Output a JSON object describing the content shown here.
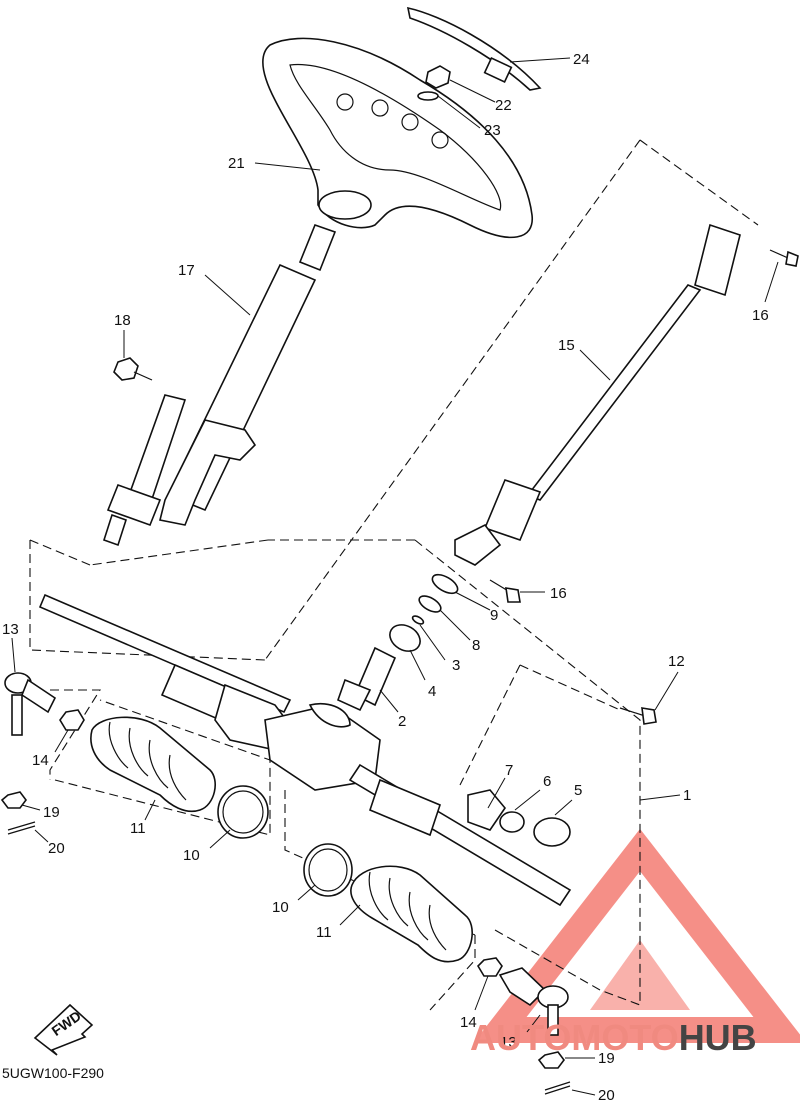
{
  "diagram_code": "5UGW100-F290",
  "direction_label": "FWD",
  "watermark": {
    "prefix": "AUTO",
    "middle": "MOTO",
    "suffix": "HUB",
    "colors": {
      "accent": "#f08a80",
      "dark": "#444444",
      "triangle": "#f26a5f"
    }
  },
  "callouts": [
    {
      "id": "c24",
      "text": "24"
    },
    {
      "id": "c22",
      "text": "22"
    },
    {
      "id": "c23",
      "text": "23"
    },
    {
      "id": "c21",
      "text": "21"
    },
    {
      "id": "c17",
      "text": "17"
    },
    {
      "id": "c18",
      "text": "18"
    },
    {
      "id": "c16a",
      "text": "16"
    },
    {
      "id": "c15",
      "text": "15"
    },
    {
      "id": "c16b",
      "text": "16"
    },
    {
      "id": "c9",
      "text": "9"
    },
    {
      "id": "c8",
      "text": "8"
    },
    {
      "id": "c3",
      "text": "3"
    },
    {
      "id": "c4",
      "text": "4"
    },
    {
      "id": "c2",
      "text": "2"
    },
    {
      "id": "c12",
      "text": "12"
    },
    {
      "id": "c13a",
      "text": "13"
    },
    {
      "id": "c14a",
      "text": "14"
    },
    {
      "id": "c19a",
      "text": "19"
    },
    {
      "id": "c20a",
      "text": "20"
    },
    {
      "id": "c11a",
      "text": "11"
    },
    {
      "id": "c10a",
      "text": "10"
    },
    {
      "id": "c7",
      "text": "7"
    },
    {
      "id": "c6",
      "text": "6"
    },
    {
      "id": "c5",
      "text": "5"
    },
    {
      "id": "c1",
      "text": "1"
    },
    {
      "id": "c10b",
      "text": "10"
    },
    {
      "id": "c11b",
      "text": "11"
    },
    {
      "id": "c14b",
      "text": "14"
    },
    {
      "id": "c13b",
      "text": "13"
    },
    {
      "id": "c19b",
      "text": "19"
    },
    {
      "id": "c20b",
      "text": "20"
    }
  ]
}
